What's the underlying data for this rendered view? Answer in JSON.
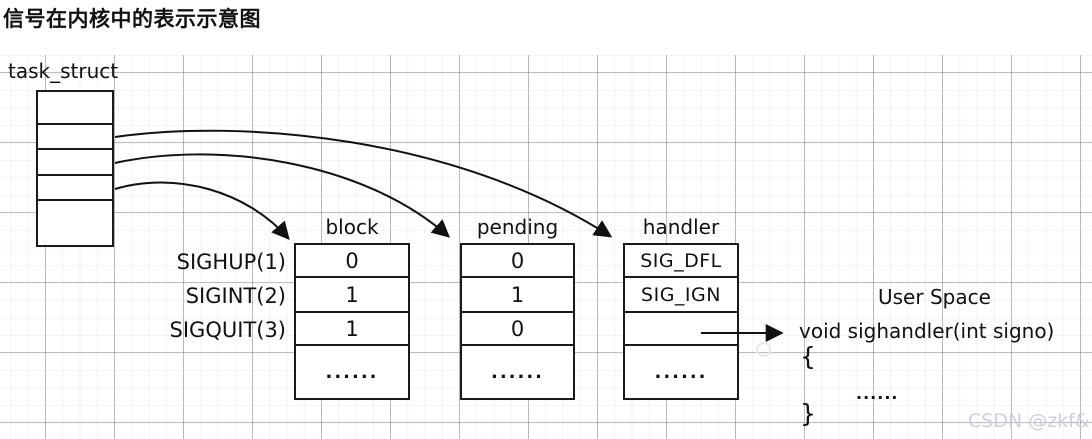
{
  "title": "信号在内核中的表示示意图",
  "task_struct": {
    "label": "task_struct"
  },
  "signals": [
    "SIGHUP(1)",
    "SIGINT(2)",
    "SIGQUIT(3)"
  ],
  "tables": {
    "block": {
      "header": "block",
      "values": [
        "0",
        "1",
        "1",
        "......"
      ]
    },
    "pending": {
      "header": "pending",
      "values": [
        "0",
        "1",
        "0",
        "......"
      ]
    },
    "handler": {
      "header": "handler",
      "values": [
        "SIG_DFL",
        "SIG_IGN",
        "",
        "......"
      ]
    }
  },
  "user_space": {
    "label": "User Space",
    "function_signature": "void sighandler(int signo)",
    "open_brace": "{",
    "body": "......",
    "close_brace": "}"
  },
  "watermark": "CSDN @zkf&",
  "colors": {
    "line": "#111111",
    "grid_major": "#b9bbc0",
    "grid_minor": "#f0f0f2",
    "watermark": "#ccd0da"
  }
}
